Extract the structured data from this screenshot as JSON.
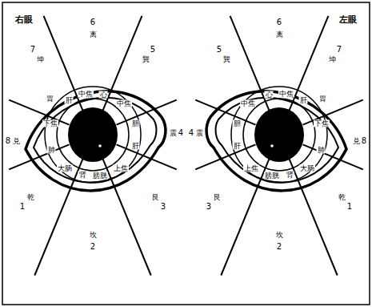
{
  "diagram": {
    "labels": [
      "右眼",
      "6",
      "离",
      "5",
      "巽",
      "震",
      "4",
      "艮",
      "3",
      "坎",
      "2",
      "乾",
      "1",
      "8",
      "兑",
      "7",
      "坤",
      "胃",
      "肝",
      "中焦",
      "心",
      "中焦",
      "胆",
      "肝",
      "上焦",
      "膀胱",
      "肾",
      "大肠",
      "肺",
      "下焦",
      "左眼",
      "6",
      "离",
      "5",
      "巽",
      "震",
      "4",
      "艮",
      "3",
      "坎",
      "2",
      "乾",
      "1",
      "8",
      "兑",
      "7",
      "坤",
      "胃",
      "肝",
      "中焦",
      "心",
      "中焦",
      "胆",
      "肝",
      "上焦",
      "膀胱",
      "肾",
      "大肠",
      "肺",
      "下焦"
    ]
  }
}
